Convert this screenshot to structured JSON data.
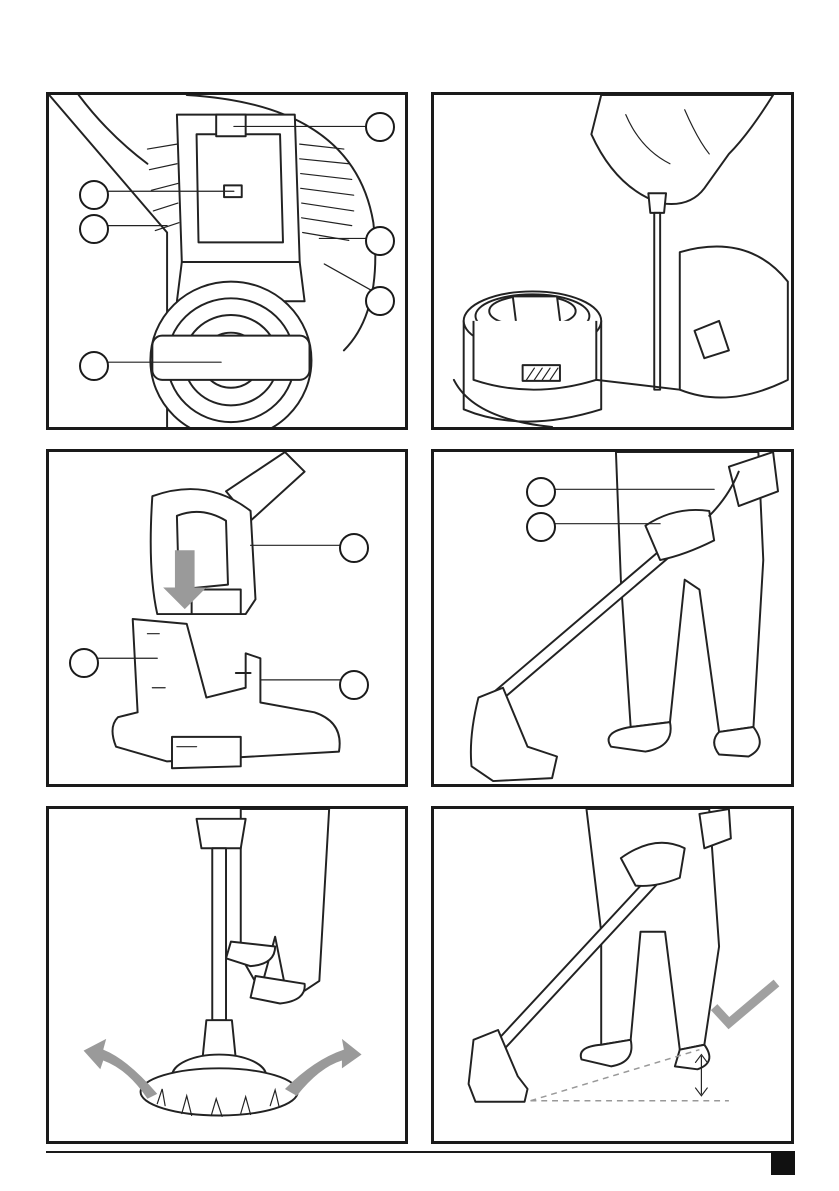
{
  "page": {
    "figures": [
      {
        "id": "fig-1",
        "callouts": 5
      },
      {
        "id": "fig-2",
        "callouts": 0
      },
      {
        "id": "fig-3",
        "callouts": 3
      },
      {
        "id": "fig-4",
        "callouts": 2
      },
      {
        "id": "fig-5",
        "callouts": 0
      },
      {
        "id": "fig-6",
        "callouts": 0
      }
    ]
  },
  "icons": {
    "swing-arrows": "curved-arrow-icon",
    "correct-mark": "check-mark-icon",
    "insert-arrow": "down-arrow-icon"
  },
  "colors": {
    "line": "#1a1a1a",
    "arrow_grey": "#9a9a9a",
    "check_grey": "#a0a0a0",
    "page_tab": "#111111"
  }
}
